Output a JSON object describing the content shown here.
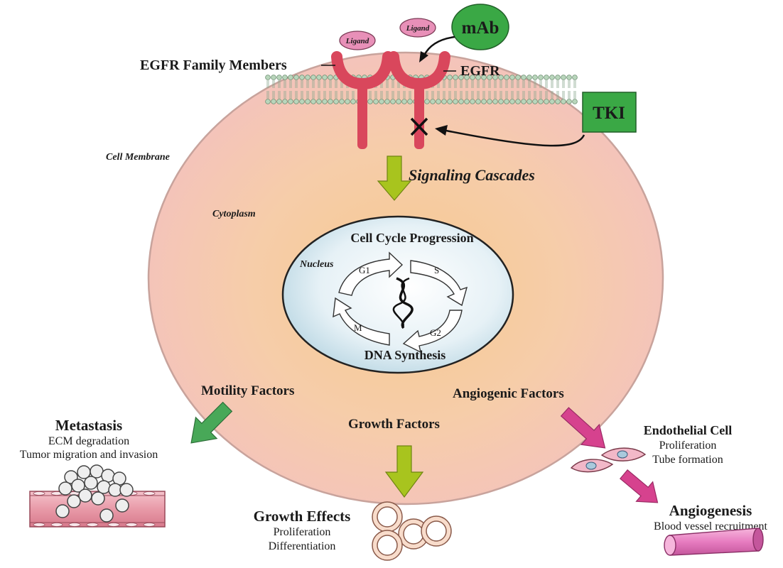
{
  "labels": {
    "ligand_left": "Ligand",
    "ligand_right": "Ligand",
    "mab": "mAb",
    "tki": "TKI",
    "egfr_family": "EGFR Family Members",
    "egfr": "EGFR",
    "cell_membrane": "Cell Membrane",
    "cytoplasm": "Cytoplasm",
    "signaling": "Signaling Cascades",
    "nucleus": "Nucleus",
    "cell_cycle": "Cell Cycle Progression",
    "dna_synthesis": "DNA Synthesis",
    "g1": "G1",
    "s": "S",
    "g2": "G2",
    "m": "M",
    "motility": "Motility Factors",
    "growth_factors": "Growth Factors",
    "angiogenic": "Angiogenic Factors",
    "metastasis": "Metastasis",
    "ecm": "ECM degradation",
    "tumor_migration": "Tumor migration and invasion",
    "growth_effects": "Growth Effects",
    "proliferation_1": "Proliferation",
    "differentiation": "Differentiation",
    "endothelial": "Endothelial Cell",
    "proliferation_2": "Proliferation",
    "tube_formation": "Tube formation",
    "angiogenesis": "Angiogenesis",
    "blood_vessel": "Blood vessel recruitment"
  },
  "colors": {
    "receptor": "#d9475c",
    "drug_box": "#3aa845",
    "ligand": "#e890b8",
    "arrow_yellow": "#a8c41e",
    "arrow_green": "#48a858",
    "arrow_magenta": "#d6428e",
    "vessel": "#e89aa8"
  }
}
